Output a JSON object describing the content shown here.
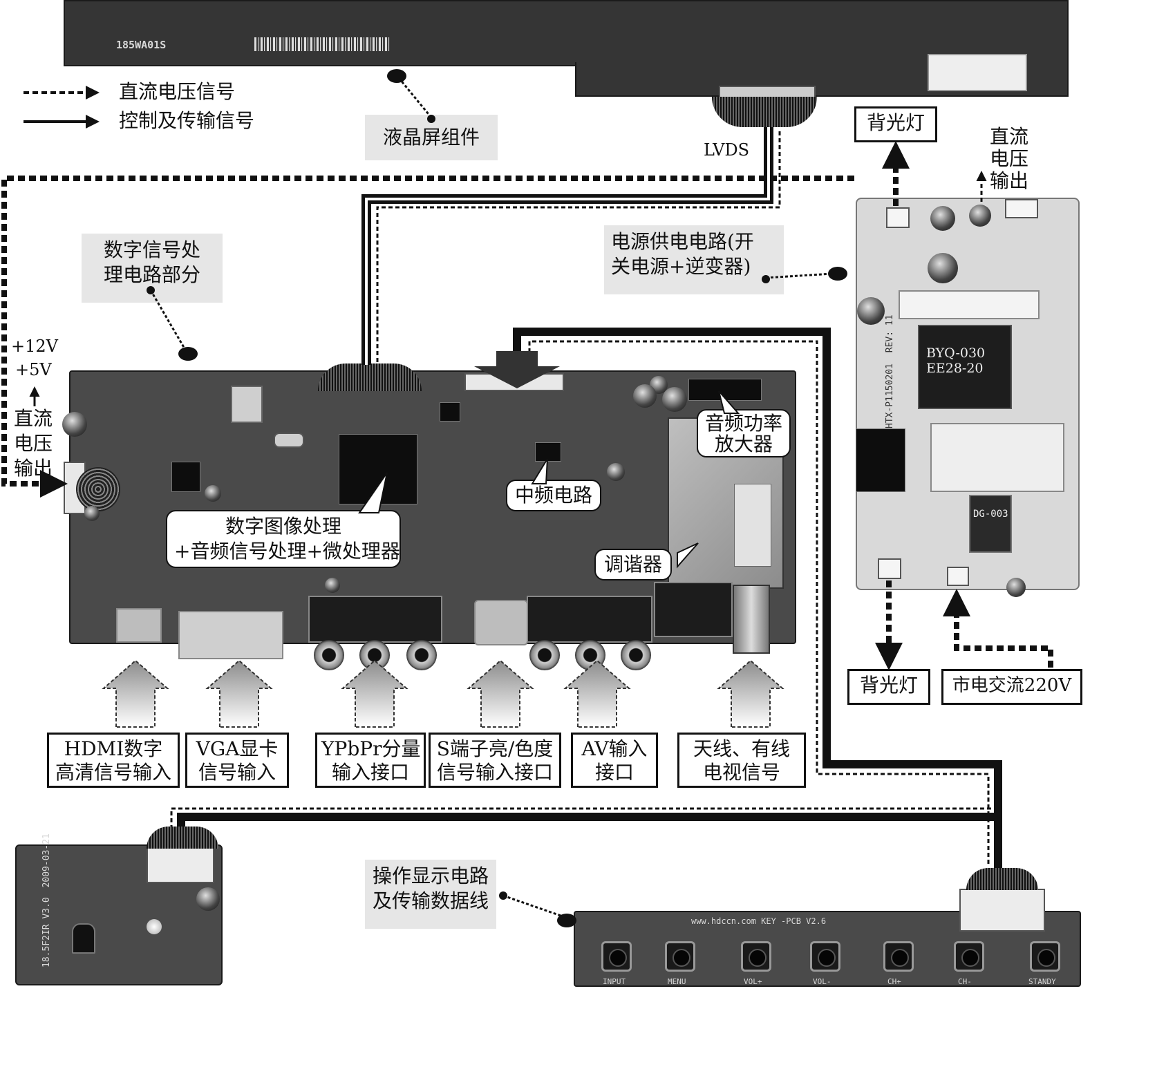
{
  "legend": {
    "dc_voltage_signal": "直流电压信号",
    "control_transmission_signal": "控制及传输信号"
  },
  "boards": {
    "lcd_panel": {
      "label": "液晶屏组件",
      "silkscreen_model": "185WA01S",
      "connector_label": "LVDS"
    },
    "main_board": {
      "title_line1": "数字信号处",
      "title_line2": "理电路部分",
      "dc_voltages": [
        "+12V",
        "+5V"
      ],
      "dc_output": [
        "直流",
        "电压",
        "输出"
      ],
      "callouts": {
        "processor_line1": "数字图像处理",
        "processor_line2": "+音频信号处理+微处理器",
        "if_circuit": "中频电路",
        "audio_amp_line1": "音频功率",
        "audio_amp_line2": "放大器",
        "tuner": "调谐器"
      }
    },
    "power_board": {
      "label_line1": "电源供电电路(开",
      "label_line2": "关电源+逆变器)",
      "backlight_top": "背光灯",
      "backlight_bottom": "背光灯",
      "dc_output": [
        "直流",
        "电压",
        "输出"
      ],
      "mains_input": "市电交流220V",
      "transformer_line1": "BYQ-030",
      "transformer_line2": "EE28-20",
      "model_line1": "HTX-P1150201",
      "model_line2": "REV: 11",
      "coil_label": "DG-003"
    },
    "control_board": {
      "label_line1": "操作显示电路",
      "label_line2": "及传输数据线",
      "ir_board_marking_line1": "18.5F2IR V3.0",
      "ir_board_marking_line2": "2009-03-21",
      "buttons": [
        "INPUT",
        "MENU",
        "VOL+",
        "VOL-",
        "CH+",
        "CH-",
        "STANDY"
      ],
      "key_board_marking": "www.hdccn.com     KEY -PCB V2.6"
    }
  },
  "inputs": [
    {
      "line1": "HDMI数字",
      "line2": "高清信号输入"
    },
    {
      "line1": "VGA显卡",
      "line2": "信号输入"
    },
    {
      "line1": "YPbPr分量",
      "line2": "输入接口"
    },
    {
      "line1": "S端子亮/色度",
      "line2": "信号输入接口"
    },
    {
      "line1": "AV输入",
      "line2": "接口"
    },
    {
      "line1": "天线、有线",
      "line2": "电视信号"
    }
  ]
}
